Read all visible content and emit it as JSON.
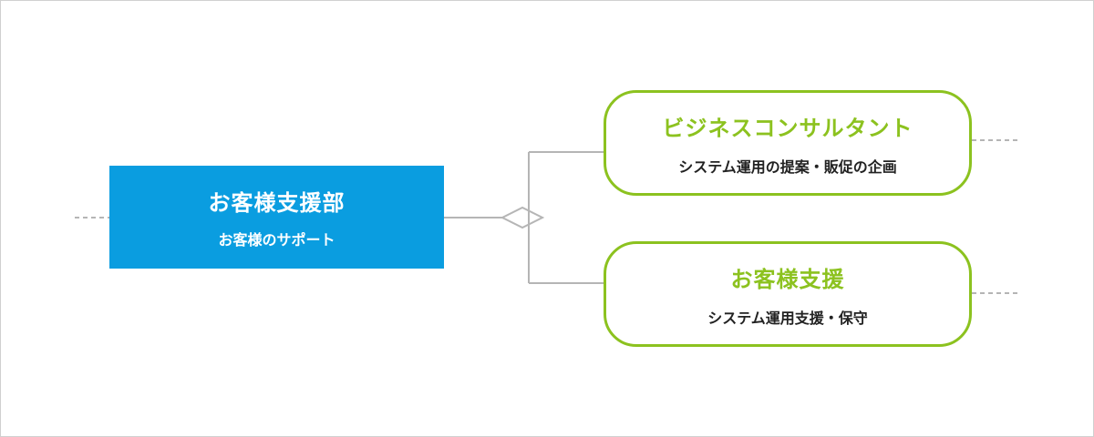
{
  "department": {
    "title": "お客様支援部",
    "subtitle": "お客様のサポート"
  },
  "roles": [
    {
      "title": "ビジネスコンサルタント",
      "subtitle": "システム運用の提案・販促の企画"
    },
    {
      "title": "お客様支援",
      "subtitle": "システム運用支援・保守"
    }
  ],
  "colors": {
    "department_fill": "#0a9de0",
    "role_border": "#8cc21f",
    "role_title": "#8cc21f",
    "connector": "#b5b5b5"
  }
}
